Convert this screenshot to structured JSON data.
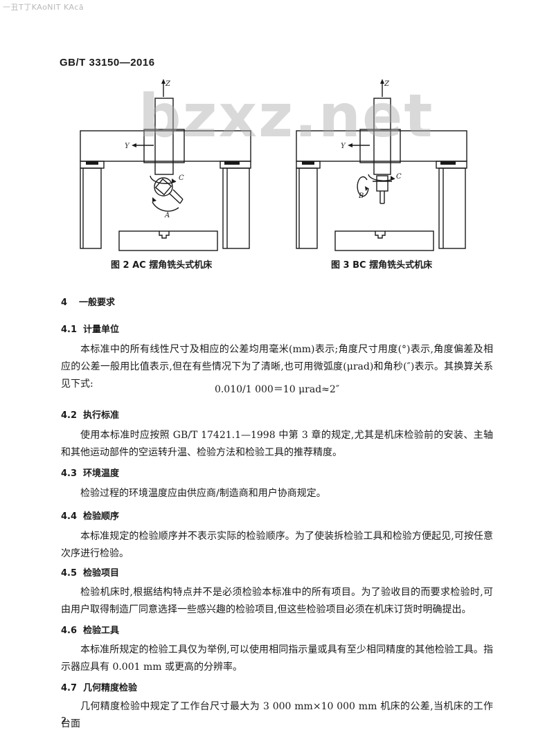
{
  "top_watermark": "一丑T丁KAoNIT KAcā",
  "site_watermark": "bzxz.net",
  "standard_number": "GB/T 33150—2016",
  "figures": [
    {
      "axis_z": "Z",
      "axis_y": "Y",
      "rot_c": "C",
      "rot_a": "A",
      "caption": "图 2   AC 摆角铣头式机床"
    },
    {
      "axis_z": "Z",
      "axis_y": "Y",
      "rot_c": "C",
      "rot_b": "B",
      "caption": "图 3   BC 摆角铣头式机床"
    }
  ],
  "section": {
    "number": "4",
    "title": "一般要求"
  },
  "subsections": [
    {
      "number": "4.1",
      "title": "计量单位",
      "paragraphs": [
        "本标准中的所有线性尺寸及相应的公差均用毫米(mm)表示;角度尺寸用度(°)表示,角度偏差及相应的公差一般用比值表示,但在有些情况下为了清晰,也可用微弧度(μrad)和角秒(″)表示。其换算关系见下式:"
      ],
      "formula": "0.010/1 000＝10 μrad≈2″"
    },
    {
      "number": "4.2",
      "title": "执行标准",
      "paragraphs": [
        "使用本标准时应按照 GB/T 17421.1—1998 中第 3 章的规定,尤其是机床检验前的安装、主轴和其他运动部件的空运转升温、检验方法和检验工具的推荐精度。"
      ]
    },
    {
      "number": "4.3",
      "title": "环境温度",
      "paragraphs": [
        "检验过程的环境温度应由供应商/制造商和用户协商规定。"
      ]
    },
    {
      "number": "4.4",
      "title": "检验顺序",
      "paragraphs": [
        "本标准规定的检验顺序并不表示实际的检验顺序。为了使装拆检验工具和检验方便起见,可按任意次序进行检验。"
      ]
    },
    {
      "number": "4.5",
      "title": "检验项目",
      "paragraphs": [
        "检验机床时,根据结构特点并不是必须检验本标准中的所有项目。为了验收目的而要求检验时,可由用户取得制造厂同意选择一些感兴趣的检验项目,但这些检验项目必须在机床订货时明确提出。"
      ]
    },
    {
      "number": "4.6",
      "title": "检验工具",
      "paragraphs": [
        "本标准所规定的检验工具仅为举例,可以使用相同指示量或具有至少相同精度的其他检验工具。指示器应具有 0.001 mm 或更高的分辨率。"
      ]
    },
    {
      "number": "4.7",
      "title": "几何精度检验",
      "paragraphs": [
        "几何精度检验中规定了工作台尺寸最大为 3 000 mm×10 000 mm 机床的公差,当机床的工作台面"
      ]
    }
  ],
  "page_number": "2"
}
